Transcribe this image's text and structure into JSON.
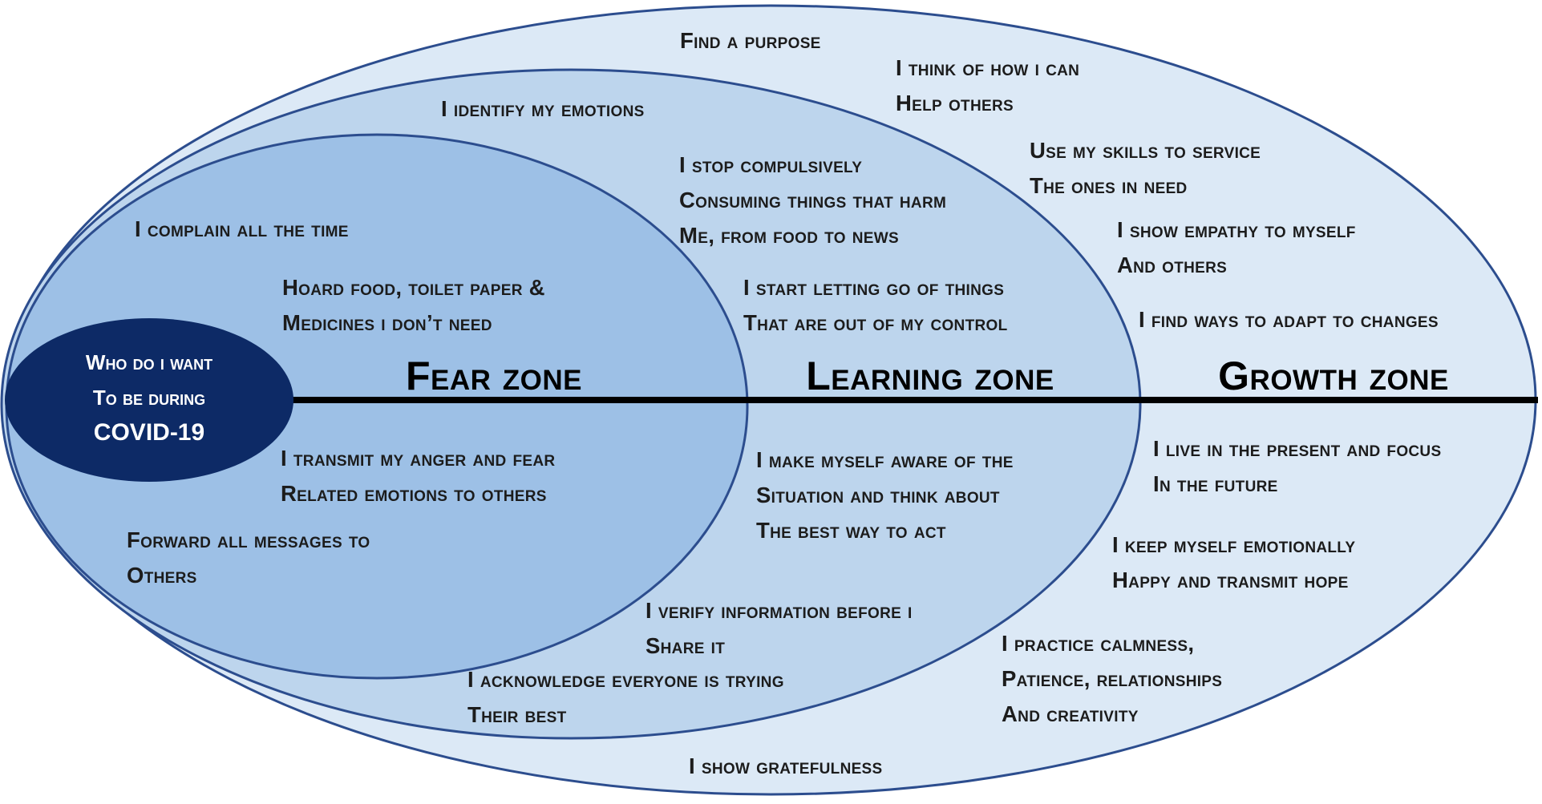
{
  "center": {
    "lines": [
      "Who do I want",
      "to be during",
      "COVID-19"
    ],
    "fill": "#0d2a66"
  },
  "zones": {
    "fear": "Fear Zone",
    "learning": "Learning Zone",
    "growth": "Growth Zone"
  },
  "colors": {
    "growth_fill": "#dce9f6",
    "learning_fill": "#bdd5ed",
    "fear_fill": "#9dc0e6",
    "outline": "#2c4d8e",
    "divider": "#000000"
  },
  "fear_items": [
    {
      "lines": [
        "I complain all the time"
      ]
    },
    {
      "lines": [
        "Hoard food, toilet paper &",
        "medicines I don’t need"
      ]
    },
    {
      "lines": [
        "I transmit my anger and fear",
        "related emotions to others"
      ]
    },
    {
      "lines": [
        "Forward all messages to",
        "others"
      ]
    }
  ],
  "learning_items": [
    {
      "lines": [
        "I identify my emotions"
      ]
    },
    {
      "lines": [
        "I stop compulsively",
        "consuming things that harm",
        "me, from food to news"
      ]
    },
    {
      "lines": [
        "I start letting go of things",
        "that are out of my control"
      ]
    },
    {
      "lines": [
        "I make myself aware of the",
        "situation and think about",
        "the best way to act"
      ]
    },
    {
      "lines": [
        "I verify information before I",
        "share it"
      ]
    },
    {
      "lines": [
        "I acknowledge everyone is trying",
        "their best"
      ]
    }
  ],
  "growth_items": [
    {
      "lines": [
        "Find a purpose"
      ]
    },
    {
      "lines": [
        "I think of how I can",
        "help others"
      ]
    },
    {
      "lines": [
        "Use my skills to service",
        "the ones in need"
      ]
    },
    {
      "lines": [
        "I show empathy to myself",
        "and others"
      ]
    },
    {
      "lines": [
        "I find ways to adapt to changes"
      ]
    },
    {
      "lines": [
        "I live in the present and focus",
        "in the future"
      ]
    },
    {
      "lines": [
        "I keep myself emotionally",
        "happy and transmit hope"
      ]
    },
    {
      "lines": [
        "I practice calmness,",
        "patience, relationships",
        "and creativity"
      ]
    },
    {
      "lines": [
        "I show gratefulness"
      ]
    }
  ]
}
